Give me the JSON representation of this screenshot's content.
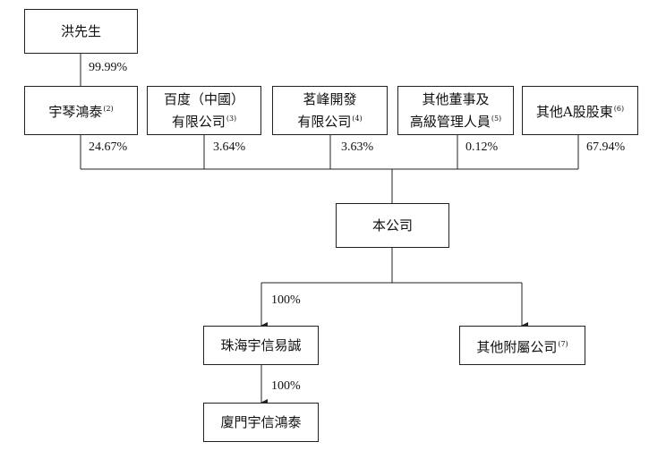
{
  "nodes": {
    "mr_hong": {
      "name": "洪先生"
    },
    "yuqin": {
      "name": "宇琴鴻泰",
      "note": "(2)"
    },
    "baidu": {
      "line1": "百度（中國）",
      "line2": "有限公司",
      "note": "(3)"
    },
    "mingfeng": {
      "line1": "茗峰開發",
      "line2": "有限公司",
      "note": "(4)"
    },
    "directors": {
      "line1": "其他董事及",
      "line2": "高級管理人員",
      "note": "(5)"
    },
    "other_a": {
      "name": "其他A股股東",
      "note": "(6)"
    },
    "company": {
      "name": "本公司"
    },
    "zhuhai": {
      "name": "珠海宇信易誠"
    },
    "other_sub": {
      "name": "其他附屬公司",
      "note": "(7)"
    },
    "xiamen": {
      "name": "廈門宇信鴻泰"
    }
  },
  "percentages": {
    "hong_to_yuqin": "99.99%",
    "yuqin": "24.67%",
    "baidu": "3.64%",
    "mingfeng": "3.63%",
    "directors": "0.12%",
    "other_a": "67.94%",
    "company_to_zhuhai": "100%",
    "zhuhai_to_xiamen": "100%"
  }
}
